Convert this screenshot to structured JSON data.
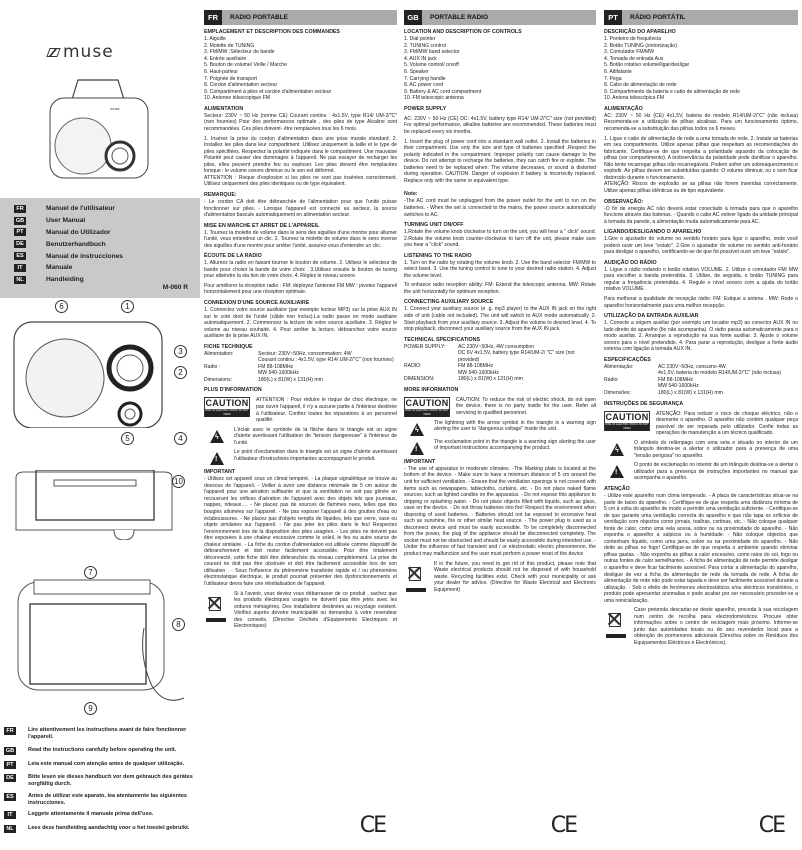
{
  "cover": {
    "brand": "muse",
    "model": "M-060 R",
    "languages": [
      {
        "code": "FR",
        "label": "Manuel de l'utilisateur"
      },
      {
        "code": "GB",
        "label": "User Manual"
      },
      {
        "code": "PT",
        "label": "Manual do Utilizador"
      },
      {
        "code": "DE",
        "label": "Benutzerhandbuch"
      },
      {
        "code": "ES",
        "label": "Manual de instrucciones"
      },
      {
        "code": "IT",
        "label": "Manuale"
      },
      {
        "code": "NL",
        "label": "Handleiding"
      }
    ],
    "callouts": [
      "1",
      "2",
      "3",
      "4",
      "5",
      "6",
      "7",
      "8",
      "9",
      "10"
    ],
    "read_notes": [
      {
        "code": "FR",
        "text": "Lire attentivement les instructions avant de faire fonctionner l'appareil."
      },
      {
        "code": "GB",
        "text": "Read the instructions carefully before operating the unit."
      },
      {
        "code": "PT",
        "text": "Leia este manual com atenção antes de qualquer utilização."
      },
      {
        "code": "DE",
        "text": "Bitte lesen sie dieses handbuch vor dem gebrauch des gerätes sorgfältig durch."
      },
      {
        "code": "ES",
        "text": "Antes de utilizar este aparato, lea atentamente las siguientes instrucciones."
      },
      {
        "code": "IT",
        "text": "Leggete attentamente il manuale prima dell'uso."
      },
      {
        "code": "NL",
        "text": "Lees deze handleiding aandachtig voor u het toestel gebruikt."
      }
    ]
  },
  "fr": {
    "code": "FR",
    "title": "RADIO PORTABLE",
    "controls_heading": "EMPLACEMENT ET DESCRIPTION DES COMMANDES",
    "controls": [
      "1.   Aiguille",
      "2.  Molette de TUNING",
      "3.  FM/MW :Sélecteur de bande",
      "4.  Entrée auxiliaire",
      "5.  Bouton de volume/ Veille / Marche",
      "6.  Haut-parleur",
      "7.  Poignée de transport",
      "8.  Cordon d'alimentation secteur",
      "9.  Compartiment à piles et cordon d'alimentation secteur",
      "10. Antenne télescopique FM"
    ],
    "power_heading": "ALIMENTATION",
    "power_text": "Secteur: 230V ~ 50 Hz (norme CE) Courant continu : 4x1.5V, type R14/ UM-2/\"C\"  (non fournies) Pour des performances optimale , des piles de type Alcaline sont recommandées. Ces piles doivent- être remplacées tous les 6 mois.",
    "power_steps": "1. Insérez la prise du cordon d'alimentation dans une prise murale standard. 2. Installez les piles dans leur compartiment .Utilisez uniquement la taille et le type de piles spécifiées. Respectez la polarité indiquée dans le compartiment. Une mauvaise Polarité peut causer des dommages à l'appareil. Ne pas essayer de recharger les piles, elles peuvent prendre feu ou exploser. Les piles doivent être remplacées lorsque : le volume sonore diminue ou le son est déformé.",
    "attention": "ATTENTION : Risque d'explosion si les piles ne sont pas insérées correctement. Utilisez uniquement des piles identiques ou de type équivalent.",
    "remark_heading": "REMARQUE:",
    "remark_text": "- Le cordon CA doit être débranchée de l'alimentation pour que l'unité puisse fonctionner sur piles. - Lorsque l'appareil est connecté au secteur, la source d'alimentation bascule automatiquement en alimentation secteur.",
    "onoff_heading": "MISE EN MARCHE ET ARRET DE L'APPAREIL",
    "onoff_text": "1. Tournez la  molette de  volume dans le sens des aiguilles d'une montre pour allumer l'unité, vous entendrez un clic. 2. Tournez la molette de volume dans le sens inverse des aiguilles d'une montre pour arrêter l'unité, assurez-vous d'entendre un clic.",
    "radio_heading": "ÉCOUTE DE LA RADIO",
    "radio_text": "1. Allumez la radio en faisant tourner le bouton de volume. 2. Utilisez le sélecteur de bande pour choisir la bande de votre choix . 3.Utilisez ensuite le bouton de tuning pour  atteindre la sta tion de votre choix. 4. Réglez le niveau sonore.",
    "reception_text": "Pour améliorer la réception radio : FM: déployez l'antenne FM MW : pivotez l'appareil horizontalement pour une réception optimale.",
    "aux_heading": "CONNEXION D'UNE SOURCE AUXILIAIRE",
    "aux_text": "1. Connectez votre source auxiliaire (par exemple lecteur MP3) sur la prise AUX IN sur le coté droit de l'unité (câble non inclus).La radio passe en mode auxiliaire automatiquement. 2. Commencez la lecture de votre source auxiliaire. 3. Réglez le volume au niveau souhaité. 4. Pour arrêter la lecture, débranchez votre source auxiliaire de la prise AUX IN.",
    "spec_heading": "FICHE TECHNIQUE",
    "specs": [
      {
        "k": "Alimentation:",
        "v": "Secteur: 230V~50Hz, consommation: 4W"
      },
      {
        "k": "",
        "v": "Courant continu : 4x1.5V, type R14/ UM-2/\"C\" (non fournies)"
      },
      {
        "k": "Radio :",
        "v": "FM 88-108MHz"
      },
      {
        "k": "",
        "v": "MW 540-1600kHz"
      },
      {
        "k": "Dimensions:",
        "v": "180(L) x 81(W) x 131(H) mm"
      }
    ],
    "more_heading": "PLUS D'INFORMATION",
    "caution_text": "ATTENTION : Pour réduire le risque de choc électrique, ne pas ouvrir l'appareil, il n'y a aucune partie à l'intérieur destinée à l'utilisateur. Confiez toutes les réparations à un personnel qualifié.",
    "lightning_text": "L'éclair avec le symbole de la flèche dans le triangle est un signe d'alerte avertissant l'utilisateur de \"tension dangereuse\" à l'intérieur de l'unité.",
    "exclaim_text": "Le point d'exclamation dans le triangle est un signe d'alerte avertissant l'utilisateur d'instructions importantes accompagnant le produit.",
    "important_heading": "IMPORTANT",
    "important_text": "- Utilisez cet appareil sous un climat tempéré. - La plaque signalétique se trouve au dessous de l'appareil. - Veiller à avoir une distance minimale de 5 cm autour de l'appareil pour une aération suffisante et que la ventilation ne soit pas gênée en recouvrant les orifices d'aération de l'appareil avec des objets tels que journaux, nappes, rideaux…. - Ne placez pas de sources de flammes nues, telles que des bougies allumées sur l'appareil. - Ne pas exposer l'appareil à des gouttes d'eau ou éclaboussures. - Ne placez pas d'objets remplis de liquides, tels que verre, vase ou objets similaires sur l'appareil. - Ne pas jeter les piles dans le feu! Respectez l'environnement lors de la disposition des piles usagées. - Les piles ne doivent pas être exposées à une chaleur excessive comme le soleil, le feu ou autre source de chaleur similaire. - La fiche du cordon d'alimentation est utilisée comme dispositif de débranchement et doit rester facilement accessible. Pour être totalement déconnecté, cette fiche doit être débranchée du réseau complètement. La prise de courant ne doit pas être obstruée et doit être facilement accessible lors de son utilisation . - Sous l'influence du phénomène transitoire rapide et / ou phénomène électrostatique électrique, le produit pourrait présenter des dysfonctionnements et l'utilisateur devra faire une réinitialisation de l'appareil.",
    "weee_text": "Si à l'avenir, vous deviez vous débarrasser de ce produit , sachez que les produits électriques usagés ne doivent pas être jetés avec les ordures ménagères. Des installations destinées au recyclage existent. Vérifiez auprès devotre municipalité ou demandez à votre revendeur des conseils. (Directive Déchets d'Equipements Electriques et Electroniques)",
    "ce": "CE"
  },
  "gb": {
    "code": "GB",
    "title": "PORTABLE RADIO",
    "controls_heading": "LOCATION AND DESCRIPTION OF CONTROLS",
    "controls": [
      "1.  Dial pointer",
      "2.  TUNING control",
      "3.  FM/MW band selector",
      "4.   AUX IN jack",
      "5.  Volume control/ on/off",
      "6.  Speaker",
      "7.  Carrying handle",
      "8.  AC power cord",
      "9.  Battery & AC cord compartment",
      "10. FM telescopic antenna"
    ],
    "power_heading": "POWER SUPPLY",
    "power_text": "AC: 230V ~ 50 Hz (CE) DC: 4x1.5V, battery type R14/ UM-2/\"C\" size (not provided) For optimal performance, alkaline batteries are recommended. These batteries must be replaced every six months.",
    "power_steps": "1. Insert the plug of power cord into a standard wall outlet. 2. Install the batteries in their compartment. Use only the size and type of batteries specified .Respect the polarity indicated in the compartment. Improper polarity can cause damage to the device. Do not attempt to recharge the batteries, they can catch fire or explode. The batteries need to be replaced when: The volume decreases, or sound is distorted during operation. CAUTION: Danger of explosion if battery is incorrectly replaced. Replace only with the same or equivalent type.",
    "note_heading": "Note:",
    "note_text": "-The AC cord must be unplugged from the power outlet for the unit to run on the batteries. - When the set is connected to the mains, the power source automatically switches to AC.",
    "onoff_heading": "TURNING UNIT ON/OFF",
    "onoff_text": "1.Rotate the volume knob clockwise to turn on the unit, you will hear a \" click\" sound. 2.Rotate the volume knob counter-clockwise to turn off the unit, please make sure you hear a \"click\" sound.",
    "radio_heading": "LISTENING TO THE RADIO",
    "radio_text": "1. Turn on the radio by rotating the volume knob. 2. Use the band selector FM/MW to select band. 3. Use the tuning control to tune to your desired radio station. 4. Adjust the volume level.",
    "reception_text": "To enhance radio reception ability: FM: Extend the telescopic antenna. MW: Rotate the unit horizontally for optimum reception.",
    "aux_heading": "CONNECTING AUXILIARY SOURCE",
    "aux_text": "1. Connect your auxiliary source (e .g. mp3 player) to the AUX IN jack on the right side of unit (cable not included). The unit will switch to AUX mode automatically. 2. Start playback from your auxiliary source. 3. Adjust the volume to desired level. 4. To stop playback, disconnect your auxiliary source from the AUX IN jack.",
    "spec_heading": "TECHNICAL SPECIFICATIONS",
    "specs": [
      {
        "k": "POWER SUPPLY:",
        "v": "AC 230V~50Hz, 4W consumption"
      },
      {
        "k": "",
        "v": "DC 6V 4x1.5V, battery type R14/UM-2/ \"C\" size (not provided)"
      },
      {
        "k": "RADIO:",
        "v": "FM 88-108MHz"
      },
      {
        "k": "",
        "v": "MW 540-1600kHz"
      },
      {
        "k": "DIMENSION:",
        "v": "180(L) x 81(W) x 131(H) mm"
      }
    ],
    "more_heading": "MORE INFORMATION",
    "caution_text": "CAUTION: To reduce the risk of electric shock, do not open the device, there is no party inside for the user. Refer all servicing to qualified personnel.",
    "lightning_text": "The lightning with the arrow symbol in the triangle is a warning sign alerting the user to \"dangerous voltage\" inside the unit.",
    "exclaim_text": "The exclamation point in the triangle is a warning sign alerting the user of important instructions accompanying the product.",
    "important_heading": "IMPORTANT",
    "important_text": "- The use of apparatus in moderate climates. -The Marking plate is located at the bottom of the device. - Make sure to have a minimum distance of 5 cm around the unit for sufficient ventilation. - Ensure that the ventilation openings is not covered with items such as newspapers, tablecloths, curtains, etc. - Do not place naked flame sources, such as lighted candles on the apparatus. - Do not expose this appliance to dripping or splashing water. - Do not place objects filled with liquids, such as glass, vase on the device. - Do not throw batteries into fire! Respect the environment when disposing of used batteries. - Batteries should not be exposed to excessive heat such as sunshine, fire or other similar heat source. - The power plug is used as a disconnect device and must be easily accessible. To be completely disconnected from the power, the plug of the appliance should be disconnected completely. The socket must not be obstructed and should be easily accessible during intended use. - Under the influence of fast transient and / or electrostatic electric phenomenon, the product may malfunction and the user must perform a power reset of the device",
    "weee_text": "If in the future, you need to get rid of this product, please note that Waste electrical products should not be disposed of with household waste. Recycling facilities exist. Check with your municipality or ask your dealer for advice. (Directive for Waste Electrical and Electronic Equipment)",
    "ce": "CE"
  },
  "pt": {
    "code": "PT",
    "title": "RÁDIO PORTÁTIL",
    "controls_heading": "DESCRIÇÃO DO APARELHO",
    "controls": [
      "1.  Ponteiro de frequência",
      "2.  Botão TUNING (sintonização)",
      "3.  Comutador FM/MW",
      "4.  Tomada de entrada Aux",
      "5.  Botão rotativo volume/ligar/desligar",
      "6.  Altifalante",
      "7.  Pega",
      "8.  Cabo de alimentação de rede",
      "9.  Compartimento da bateria e cabo de alimentação de rede",
      "10. Antena telescópica FM"
    ],
    "power_heading": "ALIMENTAÇÃO",
    "power_text": "AC: 230V ~ 50 Hz (CE) 4x1,5V, bateria do modelo R14/UM-2/\"C\" (não inclusa) Recomenda-se a utilização de pilhas alcalinas. Para um funcionamento óptimo, recomenda-se a substituição das pilhas todos os 6 meses.",
    "power_steps": "1. Ligue o cabo de alimentação de rede a uma tomada de rede. 2. Instale as baterias em seu compartimento. Utilize apenas pilhas que respeitam as recomendações do fabricante. Certifique-se de que respeita a polaridade aquando da colocação de pilhas (ver compartimento). A inobservância da polaridade pode danificar o aparelho. Não tente recarregar pilhas não recarregáveis. Podem sofrer um sobreaquecimento e explodir. As pilhas devem ser substituídas quando: O volume diminuir, ou o som ficar distorcido durante o funcionamento.",
    "attention": "ATENÇÃO: Riscos de explosão se as pilhas não forem inseridas correctamente. Utilize apenas pilhas idênticas ou de tipo equivalente.",
    "remark_heading": "OBSERVAÇÃO:",
    "remark_text": "-O fio de energia AC não deverá estar conectado à tomada para que o aparelho funcione através das baterias. - Quando o cabo AC estiver ligado da unidade principal à tomada da parede, a alimentação muda automaticamente para AC.",
    "onoff_heading": "LIGANDO/DESLIGANDO O APARELHO",
    "onoff_text": "1.Gire o ajustador do volume no sentido horário para ligar o aparelho, onde você poderá ouvir um leve \"estalo\". 2.Gire o ajustador do volume no sentido anti-horário para desligar o aparelho, certificando-se de que foi possível ouvir um leve \"estalo\".",
    "radio_heading": "AUDIÇÃO DO RÁDIO",
    "radio_text": "1. Ligue o rádio rodando o botão rotativo VOLUME. 2. Utilize o comutador FM/ MW para escolher a banda pretendida. 3. Utilize, de seguida, o botão TUNING para regular a frequência pretendida. 4. Regule o nível sonoro com a ajuda do botão rotativo VOLUME.",
    "reception_text": "Para melhorar a qualidade de recepção rádio: FM: Estique a antena . MW: Rode o aparelho horizontalmente para uma melhor recepção.",
    "aux_heading": "UTILIZAÇÃO DA ENTRADA AUXILIAR",
    "aux_text": "1. Conecte a origem auxiliar (por exemplo um tocador mp3) ao conector AUX IN no lado direito do aparelho (fio não acompanha). O rádio passa automaticamente para o modo auxiliar. 2. Arranque a reprodução na sua fonte auxiliar. 3. Ajuste o volume sonoro para o nível pretendido. 4. Para parar a reprodução, desligue a fonte áudio externa com ligação à tomada AUX IN.",
    "spec_heading": "ESPECIFICAÇÕES",
    "specs": [
      {
        "k": "Alimentação:",
        "v": "AC 230V~50Hz, consumo 4W"
      },
      {
        "k": "",
        "v": "4x1,5V, bateria do modelo R14/UM-2/\"C\" (não inclusa)"
      },
      {
        "k": "Rádio:",
        "v": "FM 88-108MHz"
      },
      {
        "k": "",
        "v": "MW 540-1600kHz"
      },
      {
        "k": "Dimensões:",
        "v": "180(L) x 81(W) x 131(H) mm"
      }
    ],
    "more_heading": "INSTRUÇÕES DE SEGURANÇA",
    "caution_text": "ATENÇÃO: Para reduzir o risco de choque eléctrico, não o desmonte o aparelho. O aparelho não contém qualquer peça passível de ser reparada pelo utilizador. Confie todas as operações de manutenção a um técnico qualificado.",
    "lightning_text": "O símbolo do relâmpago com uma seta e situado no interior de um triângulo destina-se a alertar o utilizador para a presença de uma \"tensão perigosa\" no aparelho.",
    "exclaim_text": "O ponto de exclamação no interior de um triângulo destina-se a alertar o utilizador para a presença de instruções importantes no manual que acompanha o aparelho.",
    "important_heading": "ATENÇÃO",
    "important_text": "- Utilize este aparelho num clima temperado. - A placa de características situa-se na parte de baixo do aparelho. - Certifique-se de que respeita uma distância mínima de 5 cm à volta do aparelho de modo a permitir uma ventilação suficiente. - Certifique-se de que garante uma ventilação correcta do aparelho e que não tapa os orifícios de ventilação com objectos como jornais, toalhas, cortinas, etc. - Não coloque qualquer fonte de calor, como uma vela acesa, sobre ou na proximidade do aparelho. - Não exponha o aparelho a salpicos ou à humidade. - Não coloque objectos que contenham líquido, como uma jarra, sobre ou na proximidade do aparelho. - Não deite as pilhas no fogo! Certifique-se de que respeita o ambiente quando eliminar pilhas gastas. - Não exponha as pilhas a calor excessivo, como raios do sol, fogo ou outras fontes de calor semelhantes. - A ficha de alimentação de rede permite desligar o aparelho e deve ficar facilmente acessível. Para cortar a alimentação do aparelho, desligue de vez a ficha de alimentação de rede da tomada de rede. A ficha de alimentação de rede não pode estar tapada e deve ser facilmente acessível durante a utilização. - Sob o efeito de fenómenos electrostáticos e/ou eléctricos transitórios, o produto pode apresentar anomalias e pode acabar por ser necessário proceder-se a uma reinicialização.",
    "weee_text": "Caso pretenda descartar-se deste aparelho, proceda à sua reciclagem num centro de recolha para electrodomésticos. Procure obter informações sobre o centro de reciclagem mais próximo. Informe-se junto das autoridades locais ou do seu revendedor local para a obtenção de pormenores adicionais (Directiva sobre os Resíduos dos Equipamentos Eléctricos e Electrónicos).",
    "ce": "CE"
  }
}
